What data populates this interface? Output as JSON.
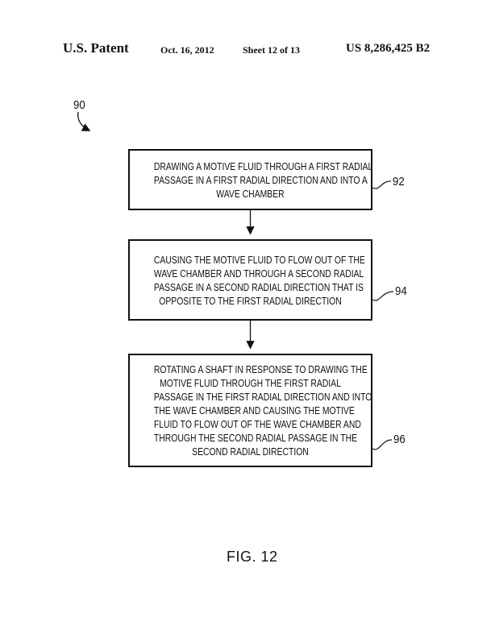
{
  "header": {
    "title": "U.S. Patent",
    "date": "Oct. 16, 2012",
    "sheet": "Sheet 12 of 13",
    "patent_number": "US 8,286,425 B2"
  },
  "figure": {
    "caption": "FIG. 12",
    "diagram_ref": "90"
  },
  "flowchart": {
    "steps": [
      {
        "ref": "92",
        "lines": [
          "DRAWING A MOTIVE FLUID THROUGH A FIRST RADIAL",
          "PASSAGE IN A FIRST RADIAL DIRECTION AND INTO A",
          "WAVE CHAMBER"
        ]
      },
      {
        "ref": "94",
        "lines": [
          "CAUSING THE MOTIVE FLUID TO FLOW OUT OF THE",
          "WAVE CHAMBER AND THROUGH A SECOND RADIAL",
          "PASSAGE IN A SECOND RADIAL DIRECTION THAT IS",
          "OPPOSITE TO THE FIRST RADIAL DIRECTION"
        ]
      },
      {
        "ref": "96",
        "lines": [
          "ROTATING A SHAFT IN RESPONSE TO DRAWING THE",
          "MOTIVE FLUID THROUGH THE FIRST RADIAL",
          "PASSAGE IN THE FIRST RADIAL DIRECTION AND INTO",
          "THE WAVE CHAMBER AND CAUSING THE MOTIVE",
          "FLUID TO FLOW OUT OF THE WAVE CHAMBER AND",
          "THROUGH THE SECOND RADIAL PASSAGE IN THE",
          "SECOND RADIAL DIRECTION"
        ]
      }
    ]
  },
  "colors": {
    "ink": "#111111",
    "background": "#ffffff"
  }
}
